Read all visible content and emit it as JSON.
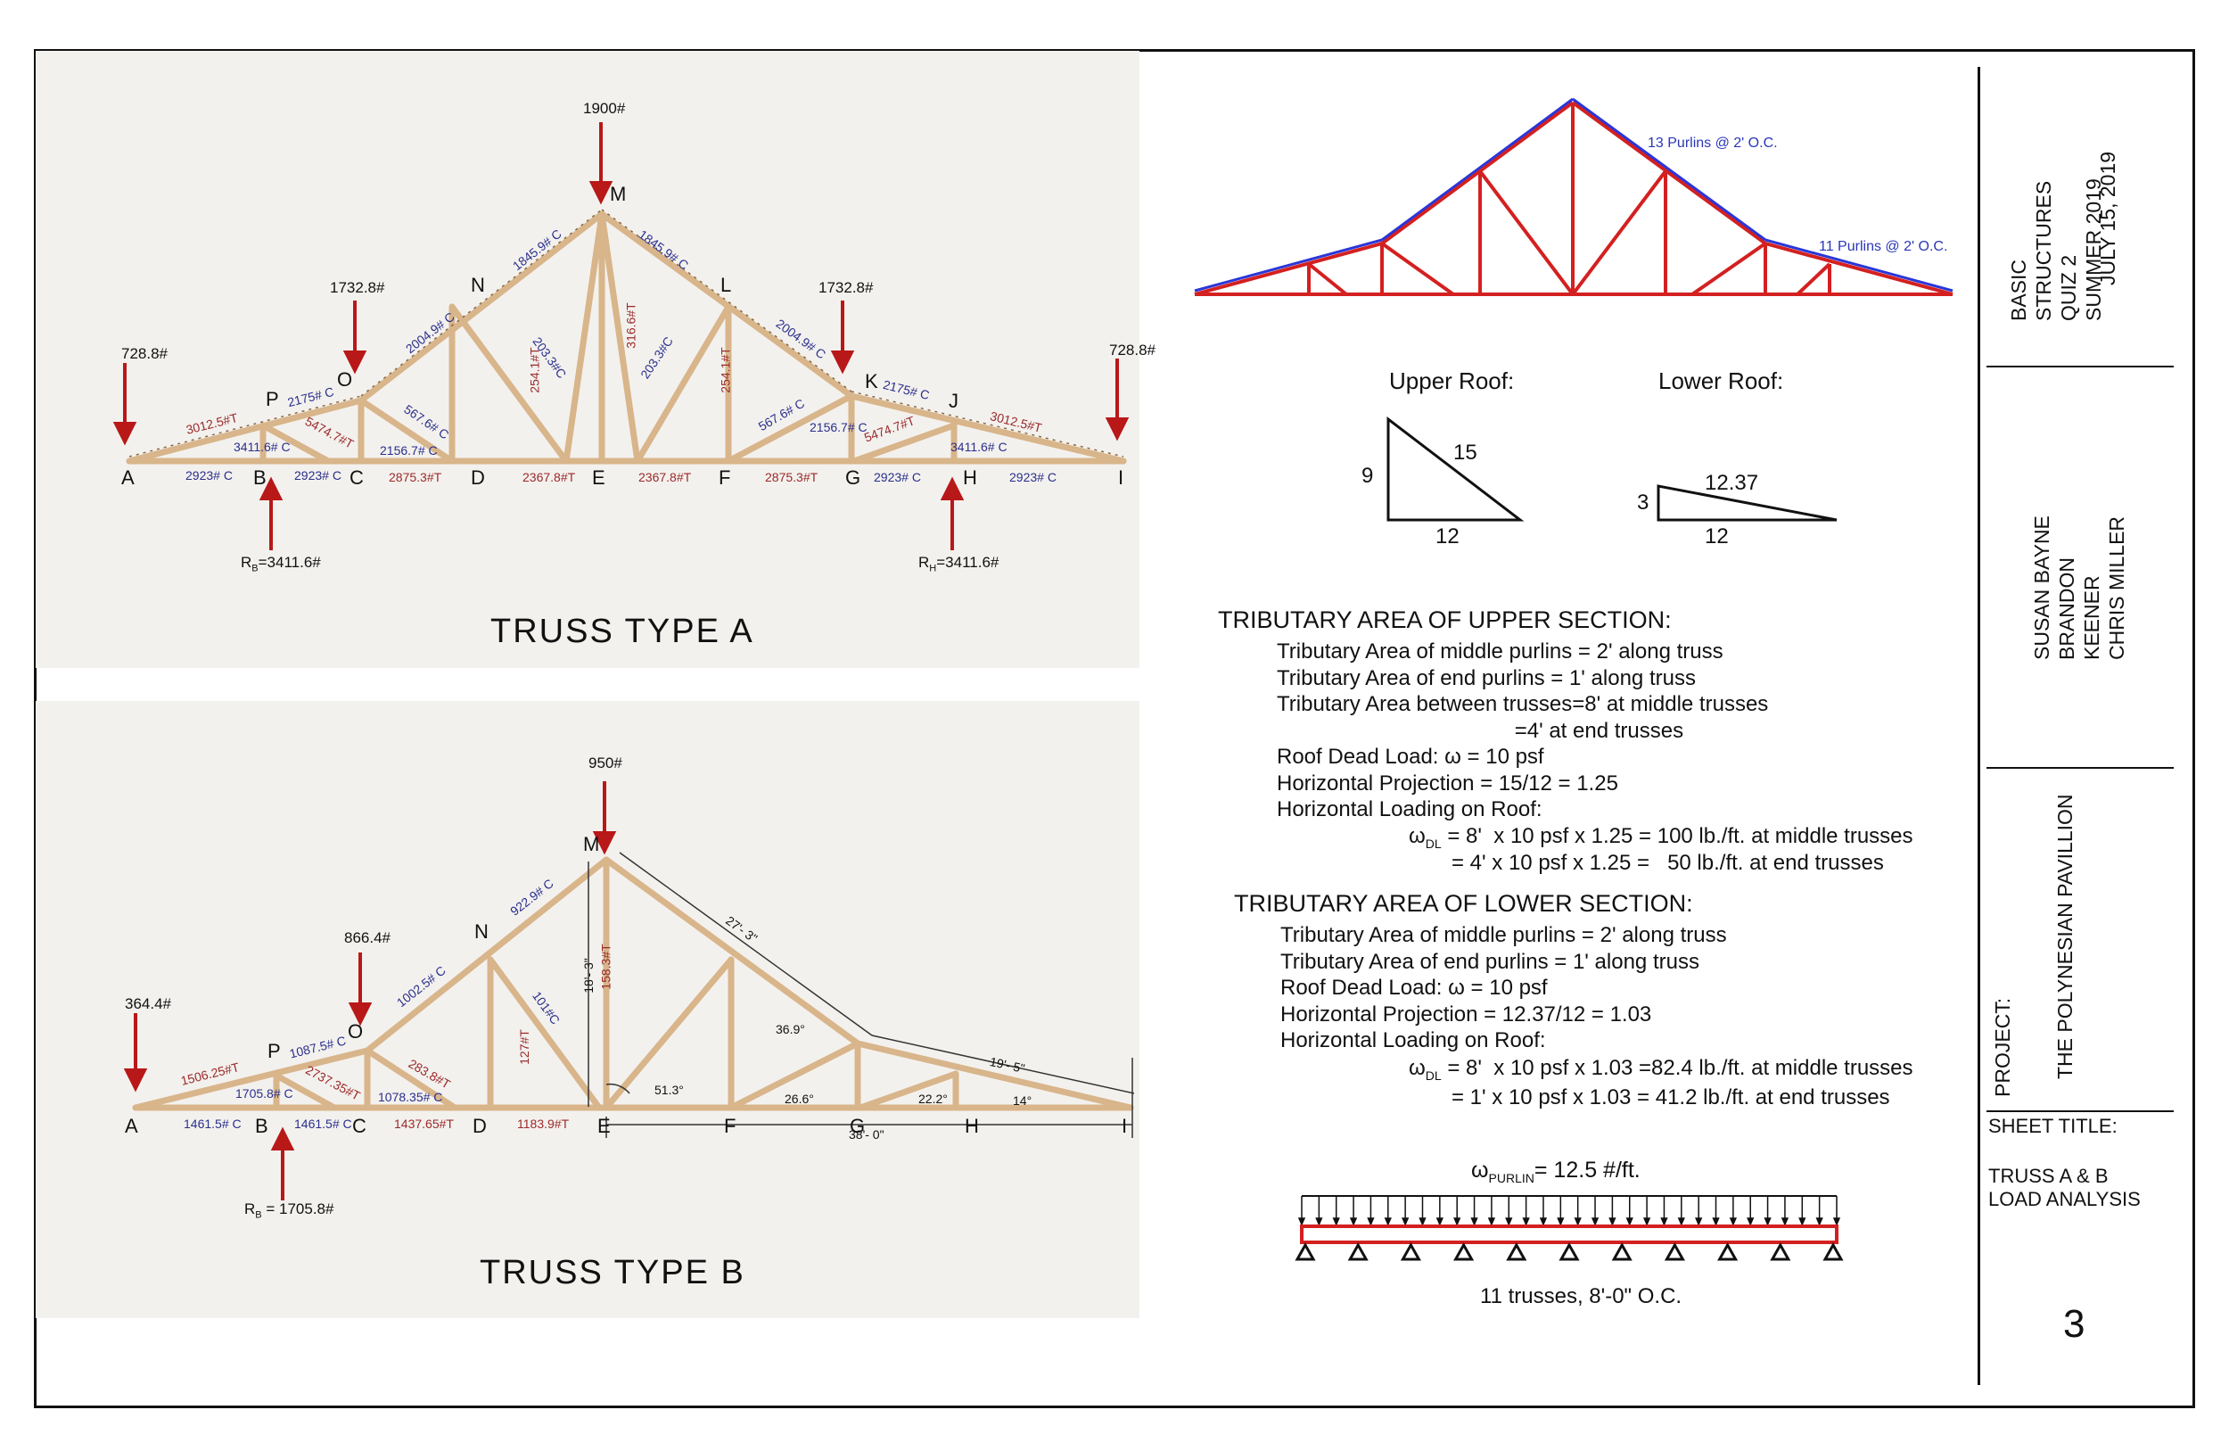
{
  "truss_a": {
    "title": "TRUSS TYPE A",
    "nodes": [
      "A",
      "B",
      "C",
      "D",
      "E",
      "F",
      "G",
      "H",
      "I",
      "J",
      "K",
      "L",
      "M",
      "N",
      "O",
      "P"
    ],
    "loads": {
      "peak": "1900#",
      "o": "1732.8#",
      "k": "1732.8#",
      "left_end": "728.8#",
      "right_end": "728.8#"
    },
    "reactions": {
      "b": "R",
      "b_sub": "B",
      "b_val": "=3411.6#",
      "h": "R",
      "h_sub": "H",
      "h_val": "=3411.6#"
    },
    "member_forces": {
      "ap": "3012.5#T",
      "po": "2175# C",
      "on": "2004.9# C",
      "nm": "1845.9# C",
      "ml": "1845.9# C",
      "lk": "2004.9# C",
      "kj": "2175# C",
      "ji": "3012.5#T",
      "pc": "5474.7#T",
      "bo": "3411.6# C",
      "oc_d": "567.6# C",
      "nd": "254.1#T",
      "ne": "203.3#C",
      "me": "316.6#T",
      "le": "203.3#C",
      "lf": "254.1#T",
      "kf": "567.6# C",
      "kg": "2156.7# C",
      "kh": "5474.7#T",
      "jh": "3411.6# C",
      "oc": "2156.7# C",
      "ab": "2923# C",
      "bc": "2923# C",
      "cd": "2875.3#T",
      "de": "2367.8#T",
      "ef": "2367.8#T",
      "fg": "2875.3#T",
      "gh": "2923# C",
      "hi": "2923# C"
    }
  },
  "truss_b": {
    "title": "TRUSS TYPE B",
    "nodes": [
      "A",
      "B",
      "C",
      "D",
      "E",
      "F",
      "G",
      "H",
      "I",
      "M",
      "N",
      "O",
      "P"
    ],
    "loads": {
      "peak": "950#",
      "o": "866.4#",
      "left_end": "364.4#"
    },
    "reactions": {
      "b": "R",
      "b_sub": "B",
      "b_val": " = 1705.8#"
    },
    "member_forces": {
      "ap": "1506.25#T",
      "po": "1087.5# C",
      "on": "1002.5# C",
      "nm": "922.9# C",
      "bo": "1705.8# C",
      "pc": "2737.35#T",
      "oc": "1078.35# C",
      "od": "283.8#T",
      "nd": "127#T",
      "ne": "101#C",
      "me": "158.3#T",
      "ab": "1461.5# C",
      "bc": "1461.5# C",
      "cd": "1437.65#T",
      "de": "1183.9#T"
    },
    "dims": {
      "top_upper": "27'- 3\"",
      "top_lower": "19'- 5\"",
      "height": "18'- 3\"",
      "span": "38'- 0\""
    },
    "angles": {
      "e": "51.3°",
      "g": "26.6°",
      "g_upper": "36.9°",
      "h": "22.2°",
      "i": "14°"
    }
  },
  "purlins": {
    "upper": "13 Purlins @ 2' O.C.",
    "lower": "11 Purlins @ 2' O.C."
  },
  "slopes": {
    "upper_label": "Upper Roof:",
    "upper_rise": "9",
    "upper_run": "12",
    "upper_hyp": "15",
    "lower_label": "Lower Roof:",
    "lower_rise": "3",
    "lower_run": "12",
    "lower_hyp": "12.37"
  },
  "upper_section": {
    "heading": "TRIBUTARY AREA OF UPPER SECTION:",
    "lines": [
      "Tributary Area of middle purlins = 2' along truss",
      "Tributary Area of end purlins = 1' along truss",
      "Tributary Area between trusses=8' at middle trusses",
      "                                        =4' at end trusses",
      "Roof Dead Load: ω = 10 psf",
      "Horizontal Projection = 15/12 = 1.25",
      "Horizontal Loading on Roof:"
    ],
    "w_symbol": "ω",
    "w_sub": "DL",
    "w_line1": " = 8'  x 10 psf x 1.25 = 100 lb./ft. at middle trusses",
    "w_line2": "= 4' x 10 psf x 1.25 =   50 lb./ft. at end trusses"
  },
  "lower_section": {
    "heading": "TRIBUTARY AREA OF LOWER SECTION:",
    "lines": [
      "Tributary Area of middle purlins = 2' along truss",
      "Tributary Area of end purlins = 1' along truss",
      "Roof Dead Load: ω = 10 psf",
      "Horizontal Projection = 12.37/12 = 1.03",
      "Horizontal Loading on Roof:"
    ],
    "w_symbol": "ω",
    "w_sub": "DL",
    "w_line1": " = 8'  x 10 psf x 1.03 =82.4 lb./ft. at middle trusses",
    "w_line2": "= 1' x 10 psf x 1.03 = 41.2 lb./ft. at end trusses"
  },
  "purlin_beam": {
    "w_symbol": "ω",
    "w_sub": "PURLIN",
    "w_val": "= 12.5 #/ft.",
    "caption": "11 trusses, 8'-0\" O.C."
  },
  "title_block": {
    "course": [
      "BASIC STRUCTURES",
      "QUIZ 2",
      "SUMMER 2019"
    ],
    "date": "JULY 15, 2019",
    "names": [
      "SUSAN BAYNE",
      "BRANDON KEENER",
      "CHRIS MILLER"
    ],
    "project_label": "PROJECT:",
    "project": "THE POLYNESIAN PAVILLION",
    "sheet_label": "SHEET TITLE:",
    "sheet_title": [
      "TRUSS A & B",
      "LOAD ANALYSIS"
    ],
    "sheet_number": "3"
  }
}
